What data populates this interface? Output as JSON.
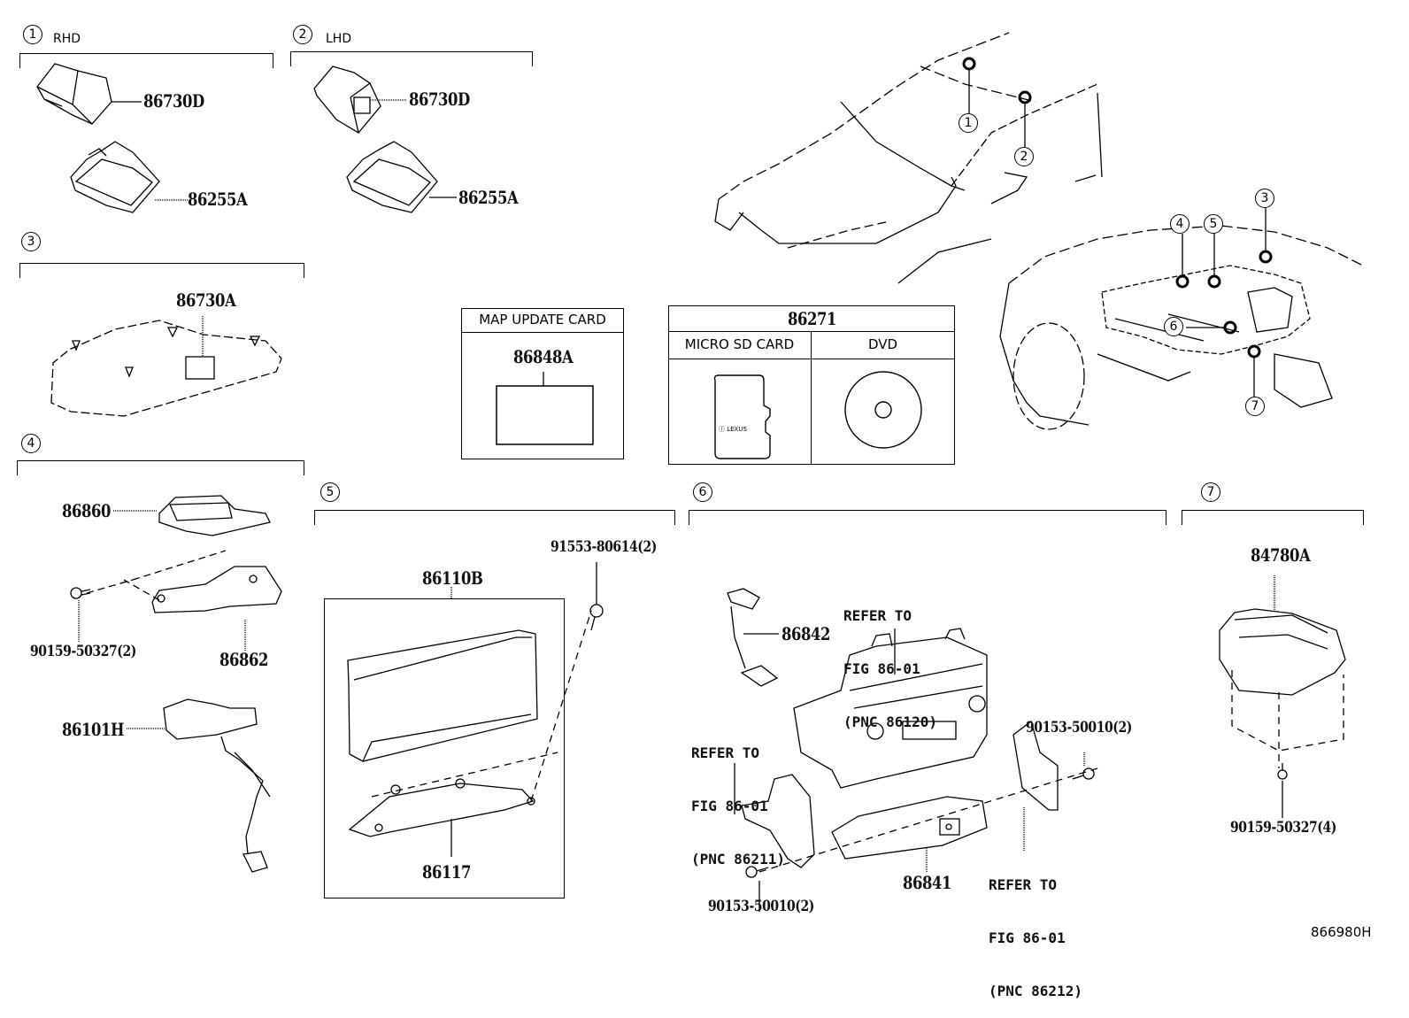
{
  "diagram": {
    "figure_id": "866980H",
    "groups": [
      {
        "num": "1",
        "label": "RHD",
        "parts": [
          "86730D",
          "86255A"
        ]
      },
      {
        "num": "2",
        "label": "LHD",
        "parts": [
          "86730D",
          "86255A"
        ]
      },
      {
        "num": "3",
        "label": "",
        "parts": [
          "86730A"
        ]
      },
      {
        "num": "4",
        "label": "",
        "parts": [
          "86860",
          "86862",
          "90159-50327(2)",
          "86101H"
        ]
      },
      {
        "num": "5",
        "label": "",
        "parts": [
          "86110B",
          "86117",
          "91553-80614(2)"
        ]
      },
      {
        "num": "6",
        "label": "",
        "parts": [
          "86842",
          "86841",
          "90153-50010(2)",
          "90153-50010(2)"
        ]
      },
      {
        "num": "7",
        "label": "",
        "parts": [
          "84780A",
          "90159-50327(4)"
        ]
      }
    ],
    "refer_notes": [
      {
        "line1": "REFER TO",
        "line2": "FIG 86-01",
        "line3": "(PNC 86120)"
      },
      {
        "line1": "REFER TO",
        "line2": "FIG 86-01",
        "line3": "(PNC 86211)"
      },
      {
        "line1": "REFER TO",
        "line2": "FIG 86-01",
        "line3": "(PNC 86212)"
      }
    ],
    "map_card": {
      "title": "MAP UPDATE CARD",
      "part": "86848A"
    },
    "media_table": {
      "part": "86271",
      "col1": "MICRO SD CARD",
      "col2": "DVD",
      "sd_brand": "LEXUS"
    },
    "locator_callouts": [
      "1",
      "2",
      "3",
      "4",
      "5",
      "6",
      "7"
    ]
  }
}
